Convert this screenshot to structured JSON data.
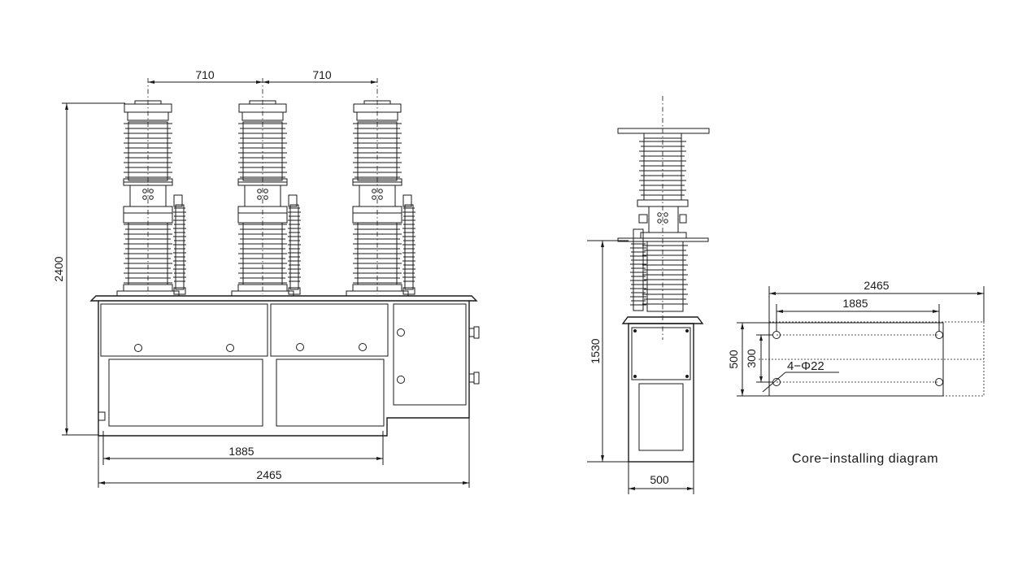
{
  "front_view": {
    "dim_pitch_left": "710",
    "dim_pitch_right": "710",
    "dim_height": "2400",
    "dim_mount": "1885",
    "dim_width": "2465"
  },
  "side_view": {
    "dim_height": "1530",
    "dim_width": "500"
  },
  "core_diagram": {
    "dim_width": "2465",
    "dim_mount": "1885",
    "dim_depth": "500",
    "dim_hole_spacing": "300",
    "hole_callout": "4−Φ22",
    "caption": "Core−installing diagram"
  }
}
